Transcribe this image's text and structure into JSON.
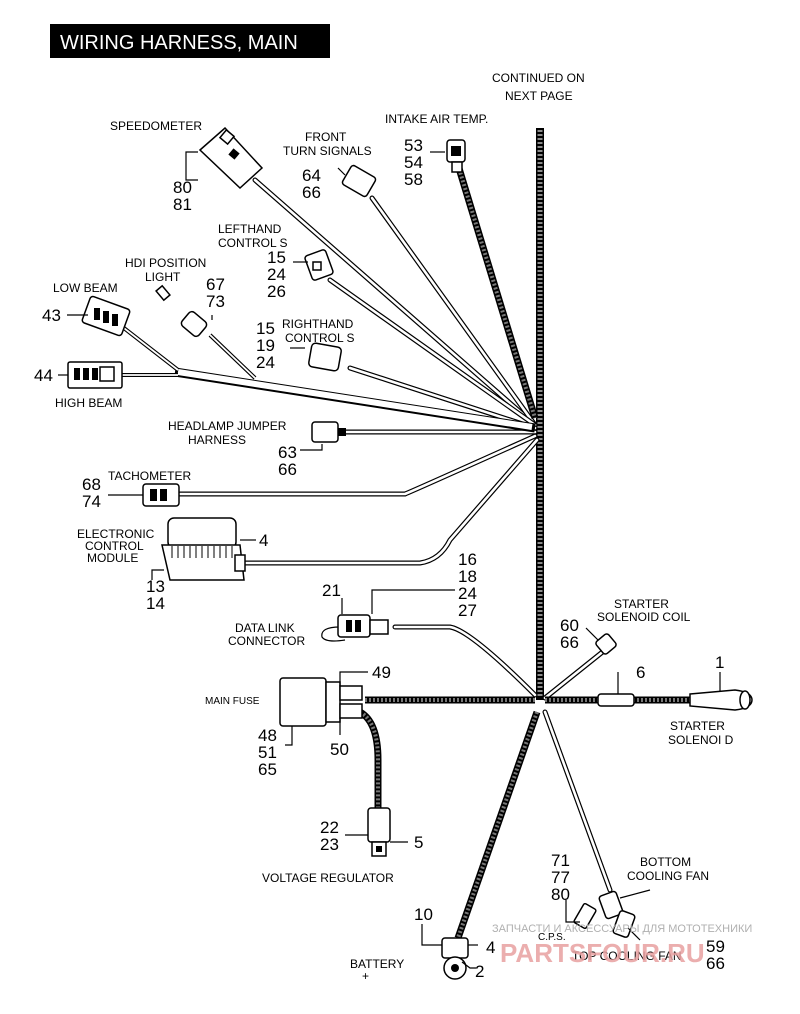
{
  "title": "WIRING HARNESS, MAIN",
  "labels": {
    "continued": [
      "CONTINUED ON",
      "NEXT PAGE"
    ],
    "intake_air_temp": "INTAKE AIR TEMP.",
    "speedometer": "SPEEDOMETER",
    "front_turn_signals": [
      "FRONT",
      "TURN SIGNALS"
    ],
    "lefthand_controls": [
      "LEFTHAND",
      "CONTROL S"
    ],
    "hdi_position_light": [
      "HDI POSITION",
      "LIGHT"
    ],
    "low_beam": "LOW BEAM",
    "righthand_controls": [
      "RIGHTHAND",
      "CONTROL  S"
    ],
    "high_beam": "HIGH BEAM",
    "headlamp_jumper": [
      "HEADLAMP JUMPER",
      "HARNESS"
    ],
    "tachometer": "TACHOMETER",
    "ecm": [
      "ELECTRONIC",
      "CONTROL",
      "MODULE"
    ],
    "data_link": [
      "DATA LINK",
      "CONNECTOR"
    ],
    "starter_solenoid_coil": [
      "STARTER",
      "SOLENOID COIL"
    ],
    "main_fuse": "MAIN FUSE",
    "starter_solenoid": [
      "STARTER",
      "SOLENOI D"
    ],
    "voltage_regulator": "VOLTAGE REGULATOR",
    "bottom_cooling_fan": [
      "BOTTOM",
      "COOLING FAN"
    ],
    "cps": "C.P.S.",
    "top_cooling_fan": "TOP COOLING FAN",
    "battery": [
      "BATTERY",
      "+"
    ]
  },
  "callouts": {
    "intake": [
      "53",
      "54",
      "58"
    ],
    "speedometer": [
      "80",
      "81"
    ],
    "turn_signals": [
      "64",
      "66"
    ],
    "lefthand": [
      "15",
      "24",
      "26"
    ],
    "hdi": [
      "67",
      "73"
    ],
    "low_beam": "43",
    "righthand": [
      "15",
      "19",
      "24"
    ],
    "high_beam": "44",
    "headlamp": [
      "63",
      "66"
    ],
    "tachometer": [
      "68",
      "74"
    ],
    "ecm_side": "4",
    "ecm_bottom": [
      "13",
      "14"
    ],
    "ecm_wire": [
      "16",
      "18",
      "24",
      "27"
    ],
    "data_link": "21",
    "solenoid_coil": [
      "60",
      "66"
    ],
    "fuse_top": "49",
    "fuse_left": [
      "48",
      "51",
      "65"
    ],
    "fuse_bottom": "50",
    "boot": "6",
    "solenoid": "1",
    "regulator_left": [
      "22",
      "23"
    ],
    "regulator_right": "5",
    "cps": [
      "71",
      "77",
      "80"
    ],
    "battery_top": "10",
    "battery_4": "4",
    "battery_2": "2",
    "fan": [
      "59",
      "66"
    ]
  },
  "watermark": {
    "text": "ЗАПЧАСТИ И АКСЕССУАРЫ ДЛЯ МОТОТЕХНИКИ",
    "brand": "PARTSFOUR.RU"
  }
}
